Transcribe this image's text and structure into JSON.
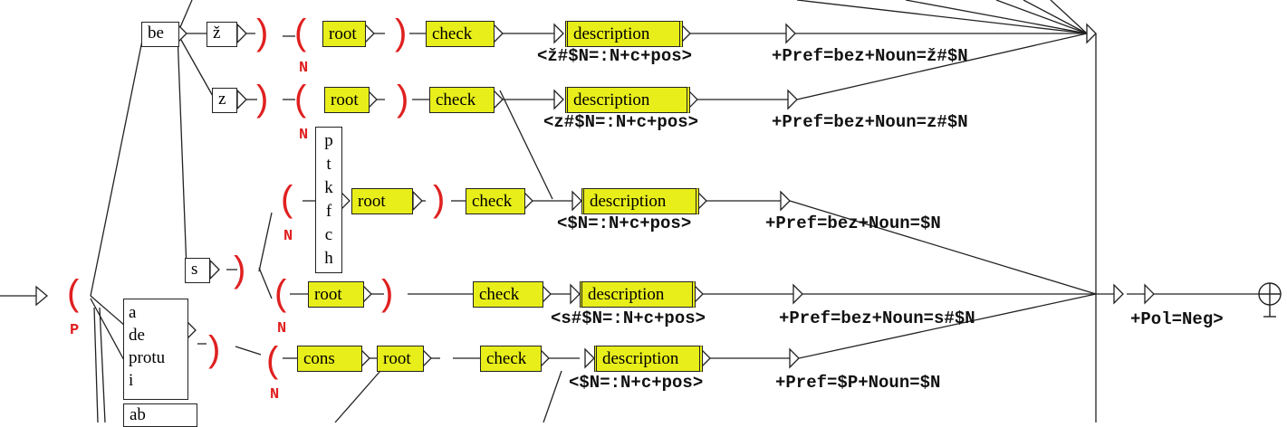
{
  "nodes": {
    "be": "be",
    "zh": "ž",
    "z": "z",
    "s": "s",
    "ptkfch": "p\nt\nk\nf\nc\nh",
    "adeprotu": "a\nde\nprotu\ni",
    "ab": "ab",
    "root": "root",
    "check": "check",
    "description": "description",
    "cons": "cons"
  },
  "outputs": {
    "row1_desc": "<ž#$N=:N+c+pos>",
    "row1_tag": "+Pref=bez+Noun=ž#$N",
    "row2_desc": "<z#$N=:N+c+pos>",
    "row2_tag": "+Pref=bez+Noun=z#$N",
    "row3_desc": "<$N=:N+c+pos>",
    "row3_tag": "+Pref=bez+Noun=$N",
    "row4_desc": "<s#$N=:N+c+pos>",
    "row4_tag": "+Pref=bez+Noun=s#$N",
    "row5_desc": "<$N=:N+c+pos>",
    "row5_tag": "+Pref=$P+Noun=$N",
    "final_tag": "+Pol=Neg>"
  },
  "variables": {
    "n": "N",
    "p": "P"
  },
  "symbols": {
    "open_paren": "(",
    "close_paren": ")"
  },
  "colors": {
    "box_fill": "#e8ee1a",
    "variable": "#e02020",
    "line": "#222222"
  }
}
